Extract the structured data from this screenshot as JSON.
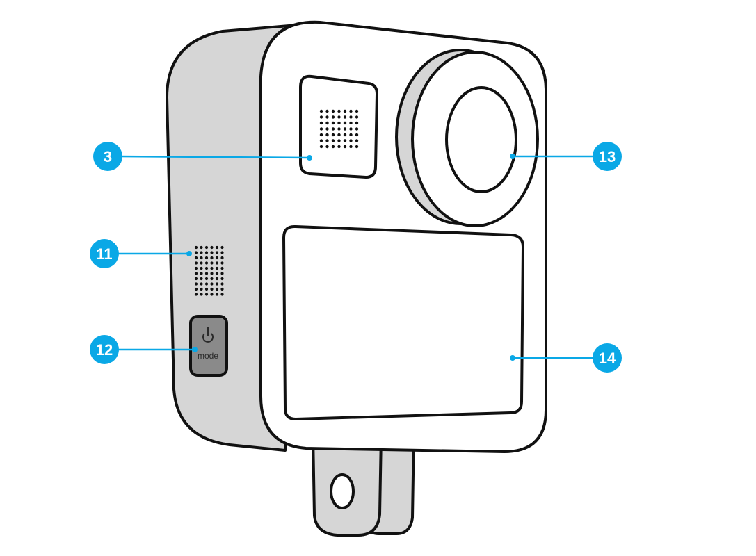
{
  "colors": {
    "outline": "#111111",
    "body_fill": "#ffffff",
    "side_fill": "#d6d6d6",
    "button_fill": "#8a8a8a",
    "callout": "#0aa8e6",
    "callout_text": "#ffffff"
  },
  "icons": {
    "power": "power-icon",
    "speaker_grille": "speaker-grille-icon",
    "lens": "lens-icon"
  },
  "mode_button": {
    "label": "mode"
  },
  "callouts": [
    {
      "number": "3",
      "target": "front-microphone-grille"
    },
    {
      "number": "11",
      "target": "side-speaker-grille"
    },
    {
      "number": "12",
      "target": "mode-button"
    },
    {
      "number": "13",
      "target": "front-lens"
    },
    {
      "number": "14",
      "target": "touch-screen"
    }
  ]
}
